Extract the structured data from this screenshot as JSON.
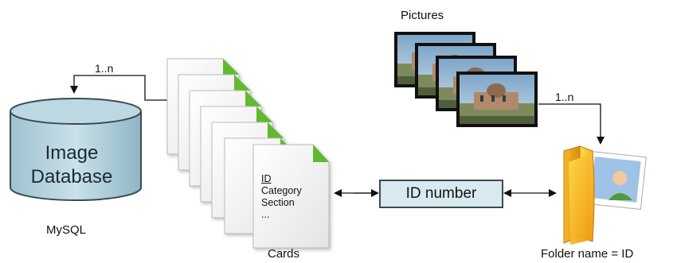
{
  "database": {
    "line1": "Image",
    "line2": "Database",
    "caption": "MySQL"
  },
  "cards": {
    "fields": [
      "ID",
      "Category",
      "Section",
      "..."
    ],
    "caption": "Cards"
  },
  "pictures": {
    "caption": "Pictures"
  },
  "folder": {
    "caption": "Folder name = ID"
  },
  "id_box": {
    "label": "ID number"
  },
  "multiplicity": {
    "cards_to_db": "1..n",
    "pictures_to_folder": "1..n"
  }
}
